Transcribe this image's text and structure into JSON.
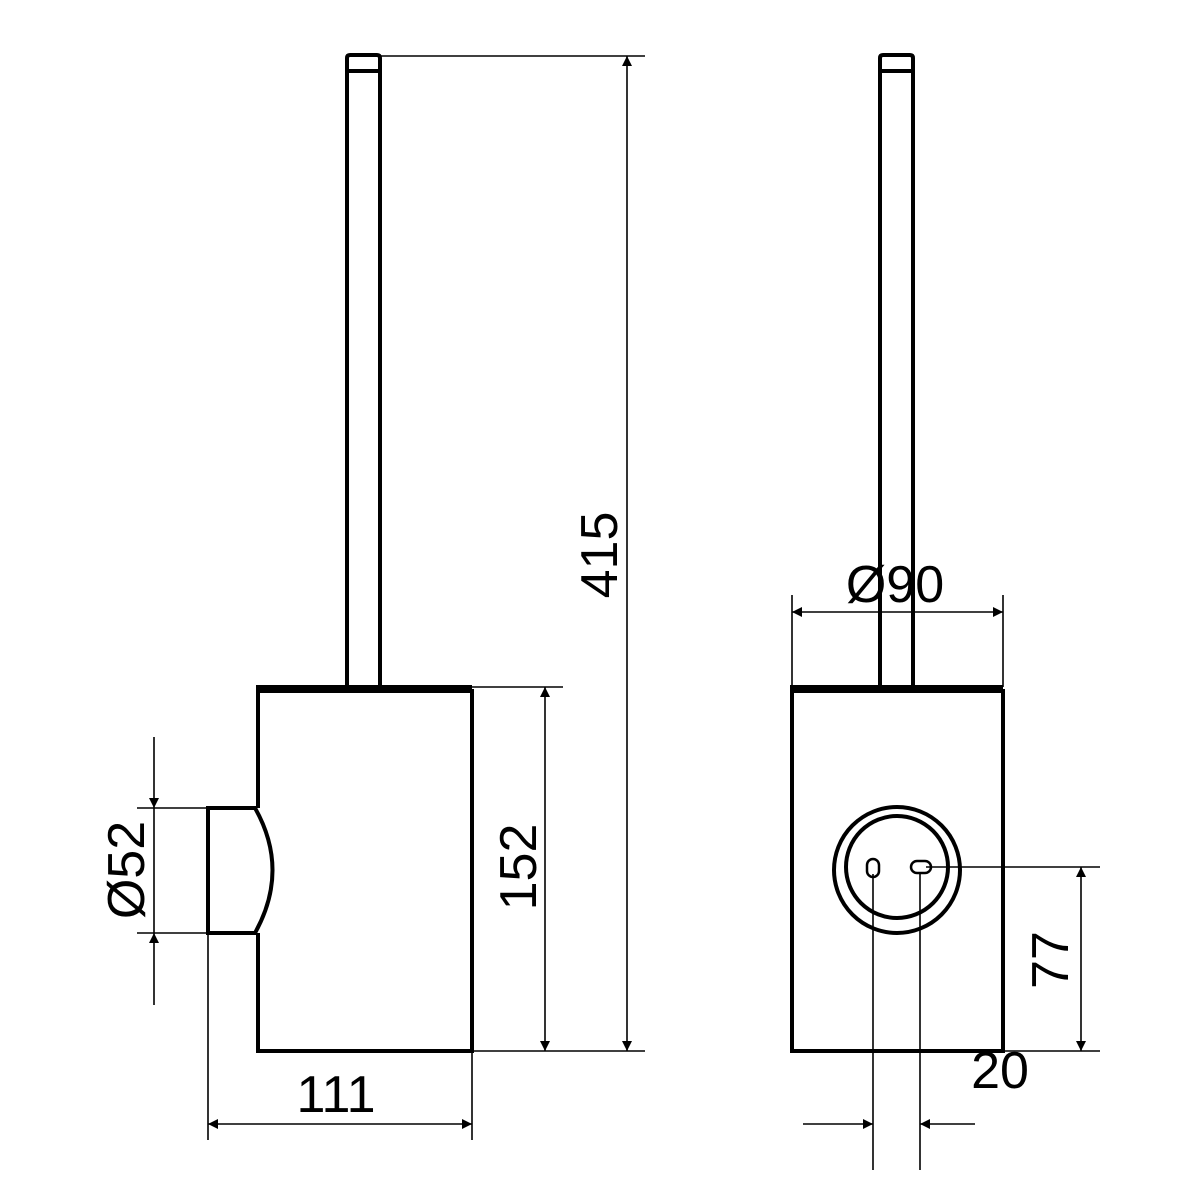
{
  "drawing": {
    "side_view": {
      "dimensions": {
        "total_height": "415",
        "body_height": "152",
        "depth": "111",
        "knob_diameter": "Ø52"
      }
    },
    "front_view": {
      "dimensions": {
        "body_diameter": "Ø90",
        "fixing_height": "77",
        "hole_spacing": "20"
      }
    },
    "colors": {
      "line": "#000000",
      "background": "#ffffff"
    }
  }
}
